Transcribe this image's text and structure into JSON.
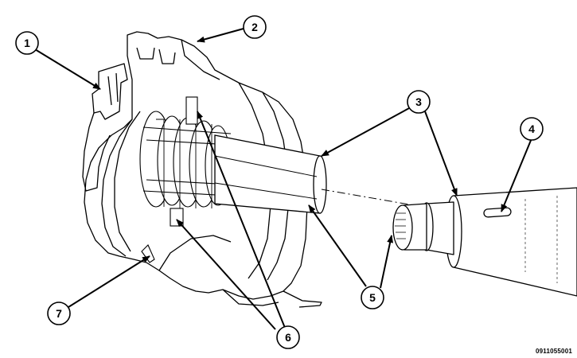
{
  "figure": {
    "id_code": "0911055001",
    "callouts": [
      {
        "number": "1"
      },
      {
        "number": "2"
      },
      {
        "number": "3"
      },
      {
        "number": "4"
      },
      {
        "number": "5"
      },
      {
        "number": "6"
      },
      {
        "number": "7"
      }
    ]
  }
}
